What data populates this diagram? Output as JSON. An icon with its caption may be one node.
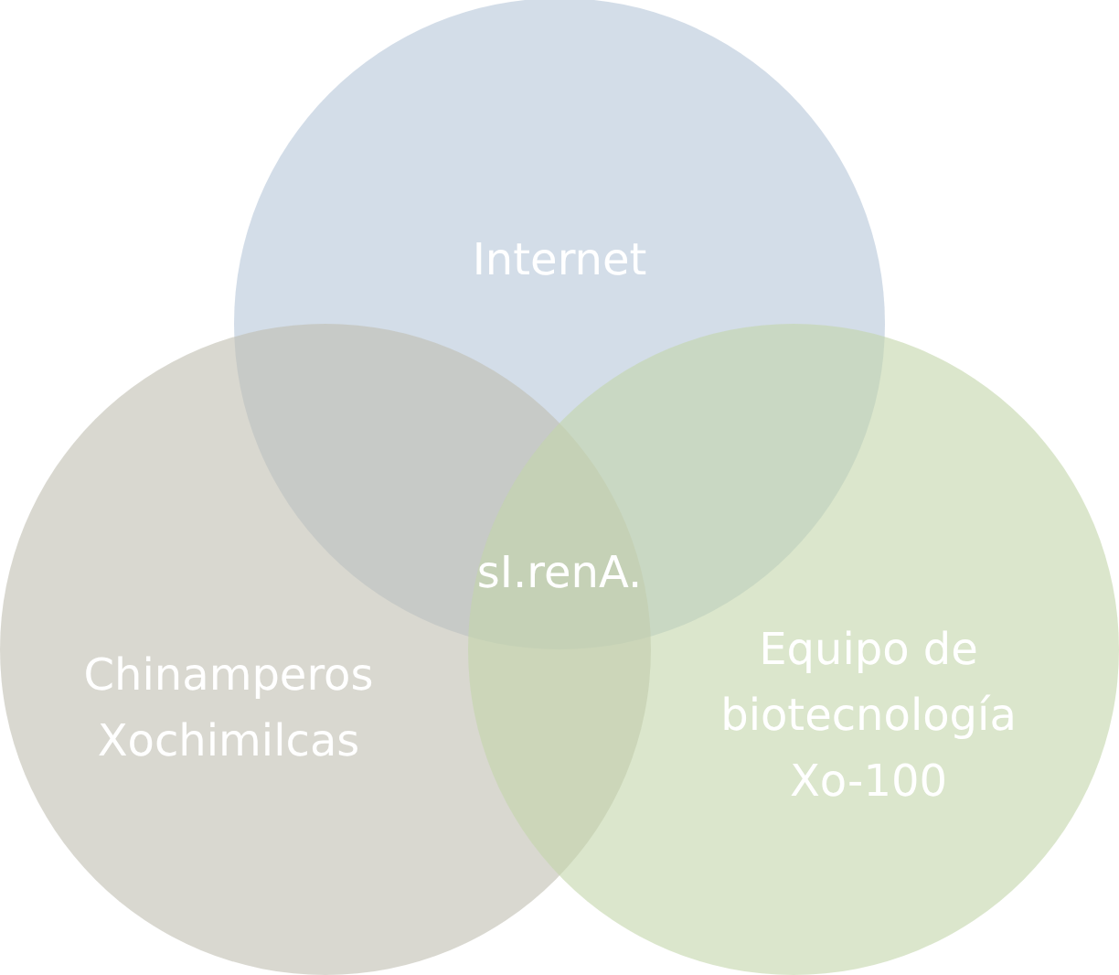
{
  "diagram": {
    "nodes": [
      {
        "text": [
          "Internet"
        ]
      },
      {
        "text": [
          "Chinamperos Xochimilcas"
        ]
      },
      {
        "text": [
          "Equipo de biotecnología Xo-100"
        ]
      }
    ],
    "labels": [
      "sI.renA."
    ]
  }
}
